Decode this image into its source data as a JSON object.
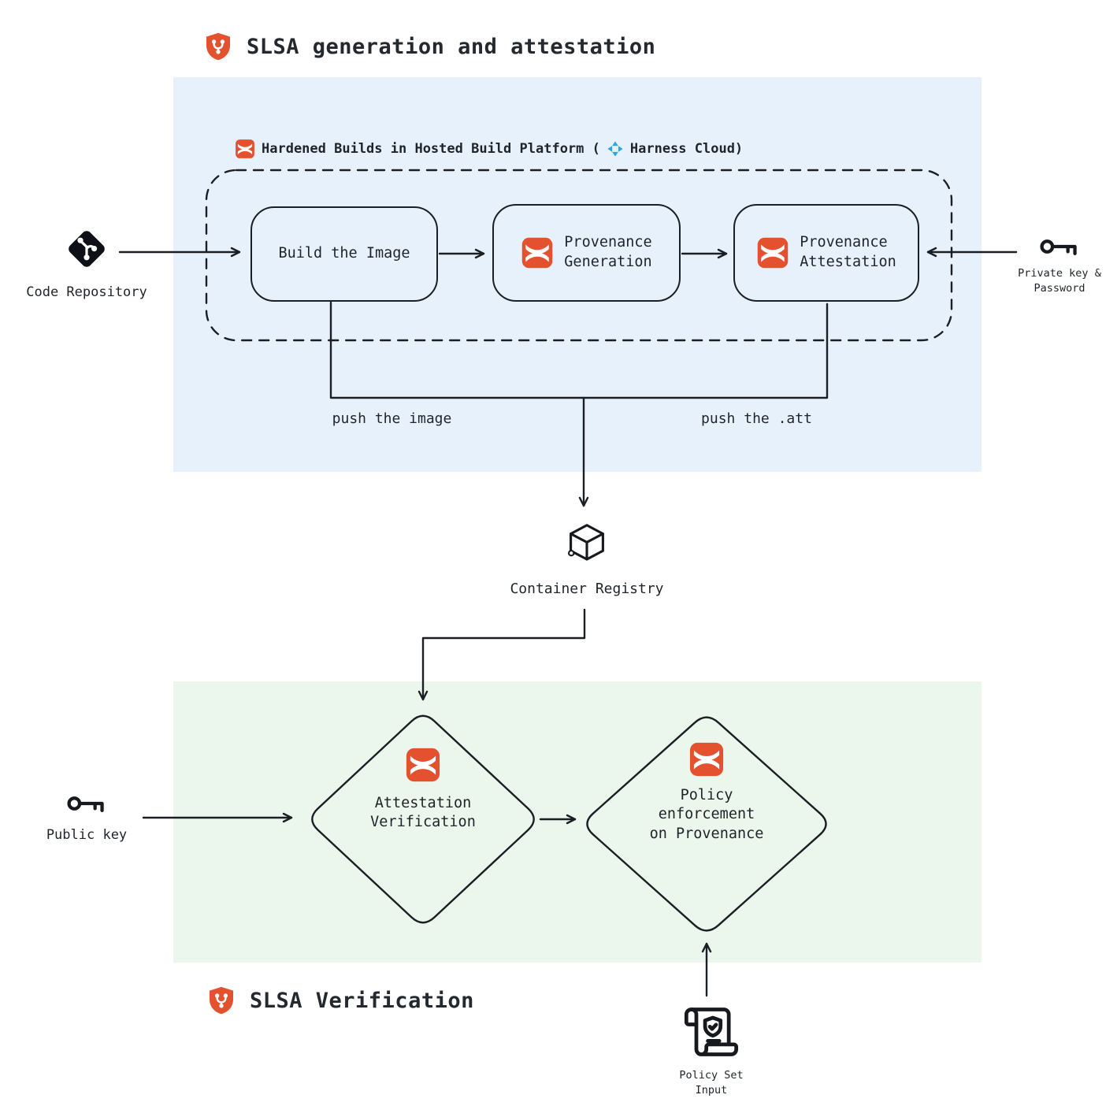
{
  "titles": {
    "generation": "SLSA generation and attestation",
    "verification": "SLSA Verification"
  },
  "generation": {
    "platform_label": {
      "prefix": "Hardened Builds in Hosted Build Platform (",
      "cloud": "Harness Cloud)"
    },
    "nodes": {
      "build_image": "Build the Image",
      "provenance_generation": "Provenance\nGeneration",
      "provenance_attestation": "Provenance\nAttestation"
    },
    "edge_labels": {
      "push_image": "push the image",
      "push_att": "push the .att"
    }
  },
  "verification": {
    "nodes": {
      "attestation_verification": "Attestation\nVerification",
      "policy_enforcement": "Policy\nenforcement\non Provenance"
    }
  },
  "externals": {
    "code_repository": "Code Repository",
    "private_key": "Private key &\nPassword",
    "public_key": "Public key",
    "container_registry": "Container Registry",
    "policy_set_input": "Policy Set\nInput"
  },
  "colors": {
    "generation_bg": "#e7f1fb",
    "verification_bg": "#ebf6ec",
    "accent_orange": "#e4512e",
    "harness_blue": "#2ba7e0",
    "line": "#1b1f23"
  }
}
